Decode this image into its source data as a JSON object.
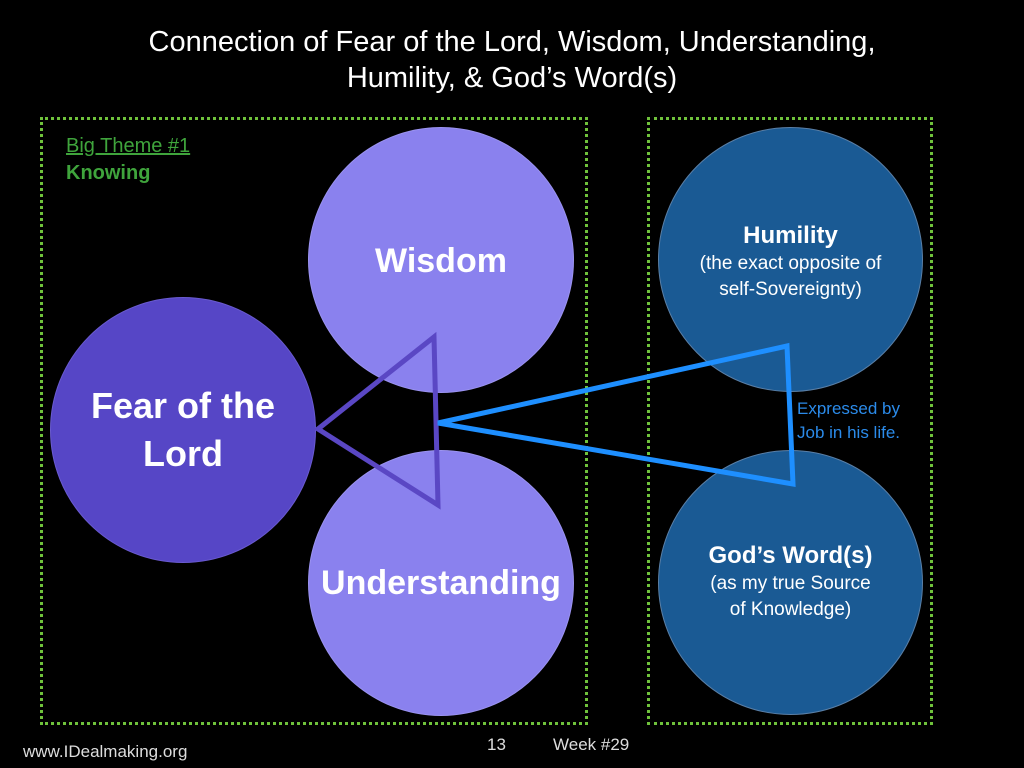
{
  "title": {
    "line1": "Connection of Fear of the Lord, Wisdom, Understanding,",
    "line2": "Humility, & God’s Word(s)"
  },
  "theme": {
    "link": "Big Theme #1",
    "subtitle": "Knowing"
  },
  "circles": {
    "wisdom": "Wisdom",
    "understanding": "Understanding",
    "fear": "Fear of the Lord",
    "humility": {
      "title": "Humility",
      "line1": "(the exact opposite of",
      "line2": "self-Sovereignty)"
    },
    "words": {
      "title": "God’s Word(s)",
      "line1": "(as my true Source",
      "line2": "of Knowledge)"
    }
  },
  "annotation": {
    "line1": "Expressed by",
    "line2": "Job in his life."
  },
  "footer": {
    "url": "www.IDealmaking.org",
    "page": "13",
    "week": "Week #29"
  },
  "colors": {
    "background": "#000000",
    "border_dotted": "#6fc23b",
    "theme_green": "#3fa43c",
    "fear_circle": "#5646c6",
    "light_circle": "#8a81ee",
    "blue_circle": "#1a5a94",
    "left_triangle": "#5a47c4",
    "right_triangle": "#1e8fff",
    "annotation": "#2b8bea"
  }
}
